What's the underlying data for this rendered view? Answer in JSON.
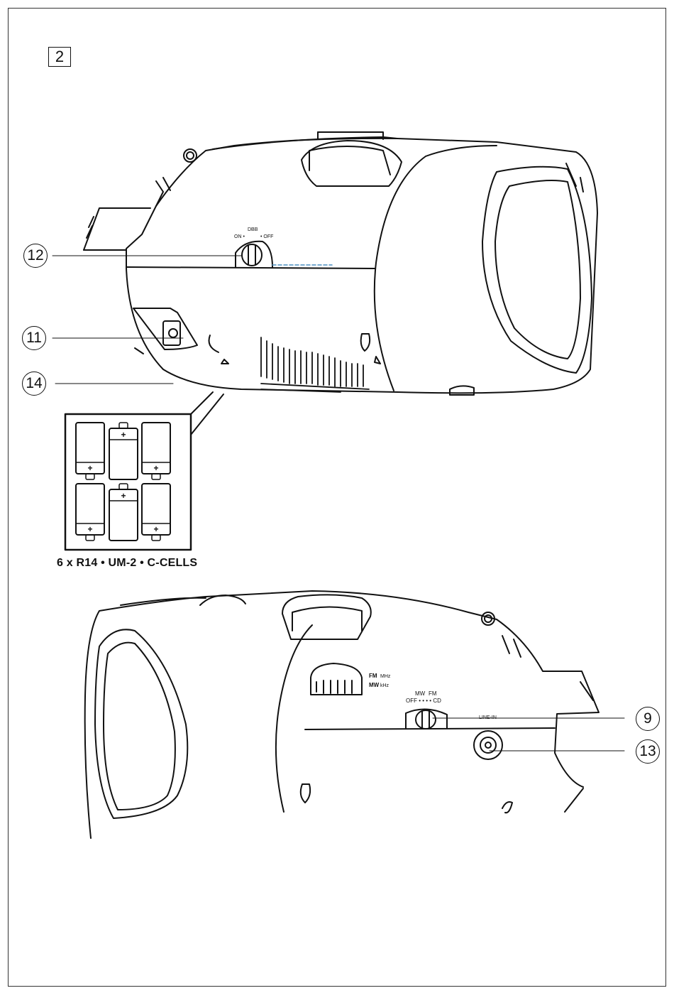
{
  "figure": {
    "number": "2"
  },
  "callouts": {
    "c12": "12",
    "c11": "11",
    "c14": "14",
    "c9": "9",
    "c13": "13"
  },
  "battery": {
    "caption": "6 x R14 • UM-2 • C-CELLS",
    "cells": 6,
    "polarity_symbol": "+"
  },
  "top_unit": {
    "dbb_label": "DBB",
    "dbb_on": "ON •",
    "dbb_off": "• OFF"
  },
  "bottom_unit": {
    "band_fm": "FM",
    "band_fm_unit": "MHz",
    "band_mw": "MW",
    "band_mw_unit": "kHz",
    "source_mw": "MW",
    "source_fm": "FM",
    "source_scale": "OFF •  •  •  • CD",
    "line_in": "LINE-IN"
  }
}
